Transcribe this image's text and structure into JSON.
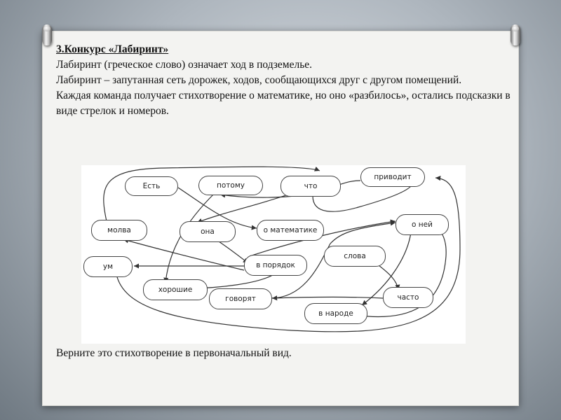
{
  "slide": {
    "heading": "3.Конкурс «Лабиринт»",
    "line1": " Лабиринт (греческое слово) означает ход в подземелье.",
    "line2": "Лабиринт – запутанная сеть дорожек, ходов, сообщающихся друг с другом помещений.",
    "line3": "Каждая команда получает стихотворение о математике, но оно «разбилось», остались подсказки в виде стрелок и номеров.",
    "footer": "Верните это стихотворение в первоначальный вид."
  },
  "diagram": {
    "words": {
      "est": "Есть",
      "potomu": "потому",
      "chto": "что",
      "privodit": "приводит",
      "molva": "молва",
      "ona": "она",
      "o_matematike": "о математике",
      "o_ney": "о ней",
      "um": "ум",
      "v_poryadok": "в порядок",
      "slova": "слова",
      "khoroshie": "хорошие",
      "govoryat": "говорят",
      "chasto": "часто",
      "v_narode": "в народе"
    }
  },
  "colors": {
    "frame": "#f3f3f1",
    "background": "#8e98a1",
    "line": "#333333"
  }
}
